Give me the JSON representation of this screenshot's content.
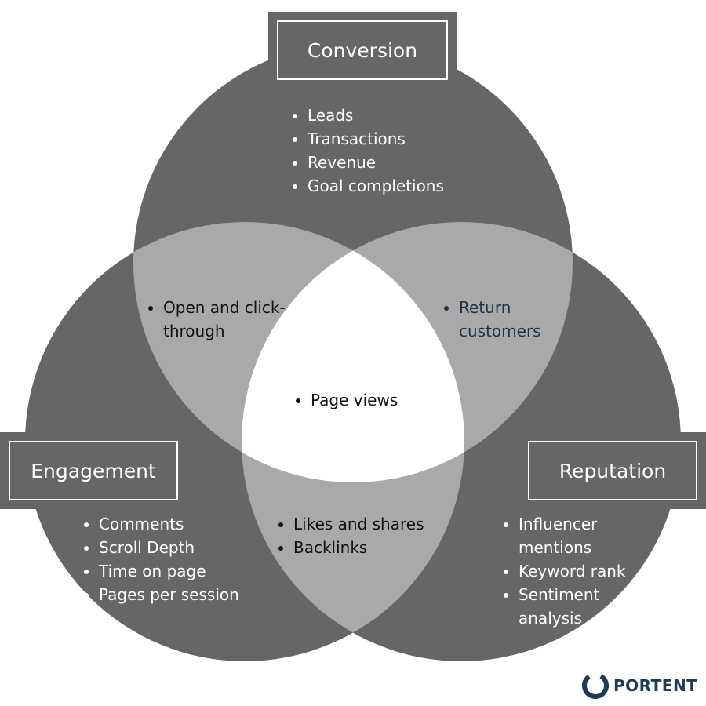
{
  "colors": {
    "circle": "#666666",
    "pair_overlap": "#a9a9a9",
    "center": "#ffffff",
    "label_text": "#ffffff",
    "logo": "#1f3a56"
  },
  "sets": {
    "conversion": {
      "title": "Conversion",
      "items": [
        "Leads",
        "Transactions",
        "Revenue",
        "Goal completions"
      ]
    },
    "engagement": {
      "title": "Engagement",
      "items": [
        "Comments",
        "Scroll Depth",
        "Time on page",
        "Pages per session"
      ]
    },
    "reputation": {
      "title": "Reputation",
      "items": [
        "Influencer mentions",
        "Keyword rank",
        "Sentiment analysis"
      ]
    }
  },
  "overlaps": {
    "conversion_engagement": [
      "Open and click-through"
    ],
    "conversion_reputation": [
      "Return customers"
    ],
    "engagement_reputation": [
      "Likes and shares",
      "Backlinks"
    ],
    "all": [
      "Page views"
    ]
  },
  "logo": {
    "text": "PORTENT",
    "icon": "portent-ring-icon"
  }
}
